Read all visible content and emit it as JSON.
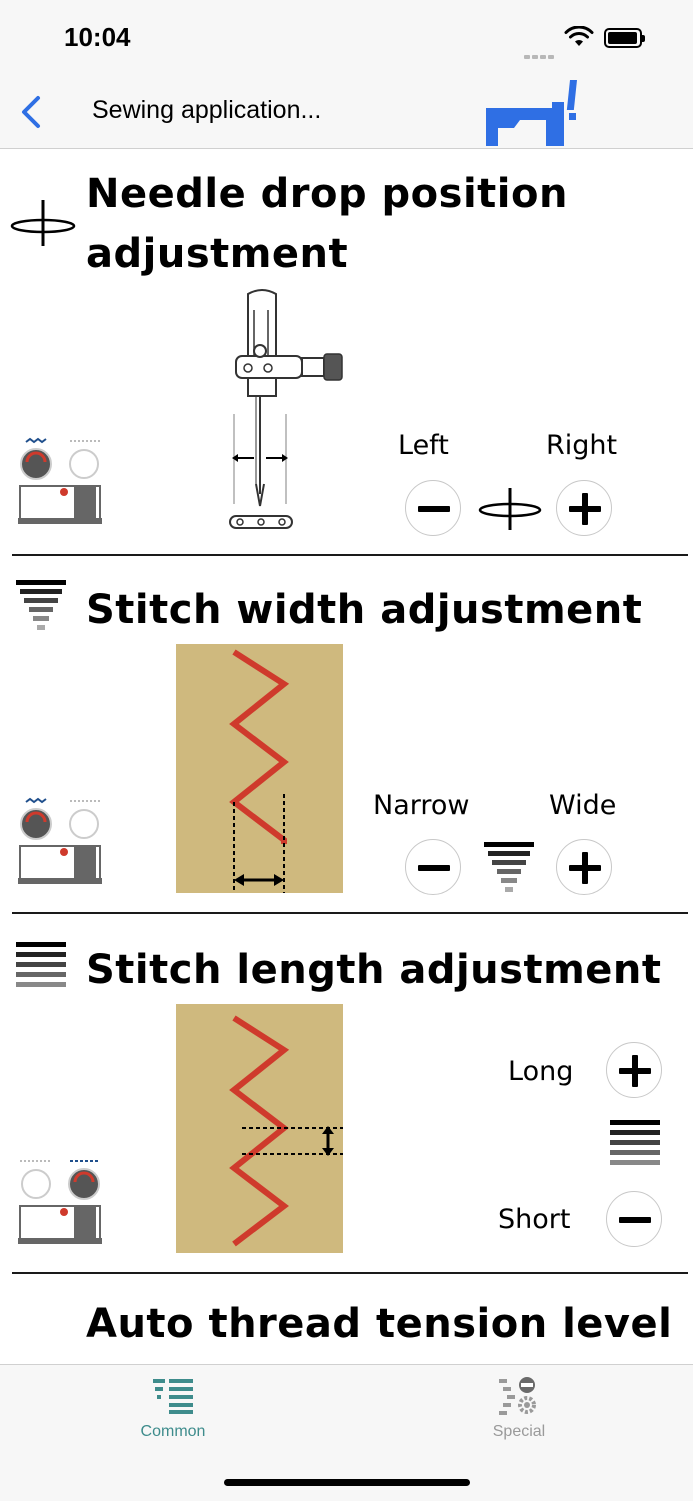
{
  "status": {
    "time": "10:04"
  },
  "nav": {
    "title": "Sewing application..."
  },
  "sections": {
    "needle": {
      "title_line1": "Needle drop position",
      "title_line2": "adjustment",
      "minus_label": "Left",
      "plus_label": "Right"
    },
    "width": {
      "title": "Stitch width adjustment",
      "minus_label": "Narrow",
      "plus_label": "Wide"
    },
    "length": {
      "title": "Stitch length adjustment",
      "plus_label": "Long",
      "minus_label": "Short"
    },
    "tension": {
      "title": "Auto thread tension level"
    }
  },
  "tabs": [
    {
      "label": "Common",
      "color": "#3e8c8c",
      "selected": true
    },
    {
      "label": "Special",
      "color": "#9a9a9a",
      "selected": false
    }
  ],
  "colors": {
    "accent": "#2f6fe4",
    "stitch": "#cf3a2c",
    "fabric": "#cfb97e"
  }
}
